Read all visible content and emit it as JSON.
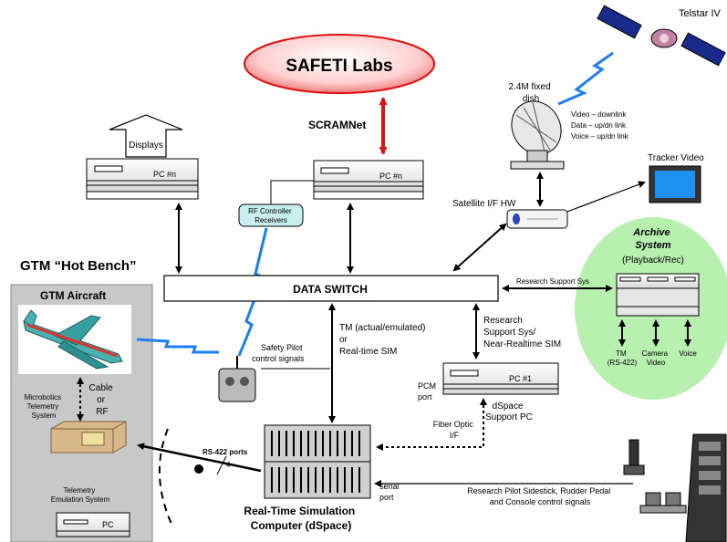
{
  "labels": {
    "safeti": "SAFETI Labs",
    "scramnet": "SCRAMNet",
    "telstar": "Telstar IV",
    "dish": [
      "2.4M fixed",
      "dish"
    ],
    "links": [
      "Video – downlink",
      "Data – up/dn link",
      "Voice – up/dn link"
    ],
    "tracker": "Tracker Video",
    "satellite_hw": "Satellite I/F HW",
    "displays": "Displays",
    "pc_n": "PC #n",
    "pc_1": "PC #1",
    "pc": "PC",
    "rf_controller": [
      "RF Controller",
      "Receivers"
    ],
    "archive": [
      "Archive",
      "System"
    ],
    "archive_sub": "(Playback/Rec)",
    "research_support_sys": "Research Support Sys",
    "gtm_hot_bench": "GTM “Hot Bench”",
    "gtm_aircraft": "GTM Aircraft",
    "data_switch": "DATA SWITCH",
    "tm_emulated": [
      "TM (actual/emulated)",
      "or",
      "Real-time SIM"
    ],
    "research_nrt": [
      "Research",
      "Support Sys/",
      "Near-Realtime SIM"
    ],
    "archive_outputs": [
      [
        "TM",
        "(RS-422)"
      ],
      [
        "Camera",
        "Video"
      ],
      [
        "Voice"
      ]
    ],
    "safety_pilot": [
      "Safety Pilot",
      "control signals"
    ],
    "cable_rf": [
      "Cable",
      "or",
      "RF"
    ],
    "microbotics": [
      "Microbotics",
      "Telemetry",
      "System"
    ],
    "pcm_port": [
      "PCM",
      "port"
    ],
    "dspace_pc": [
      "dSpace",
      "Support PC"
    ],
    "fiber_optic": [
      "Fiber Optic",
      "I/F"
    ],
    "rs422": "RS-422 ports",
    "rs422_count": "4",
    "serial_port": [
      "serial",
      "port"
    ],
    "pilot_signals": [
      "Research Pilot Sidestick, Rudder Pedal",
      "and Console control signals"
    ],
    "rtsim": [
      "Real-Time Simulation",
      "Computer (dSpace)"
    ],
    "telemetry_emul": [
      "Telemetry",
      "Emulation System"
    ]
  }
}
